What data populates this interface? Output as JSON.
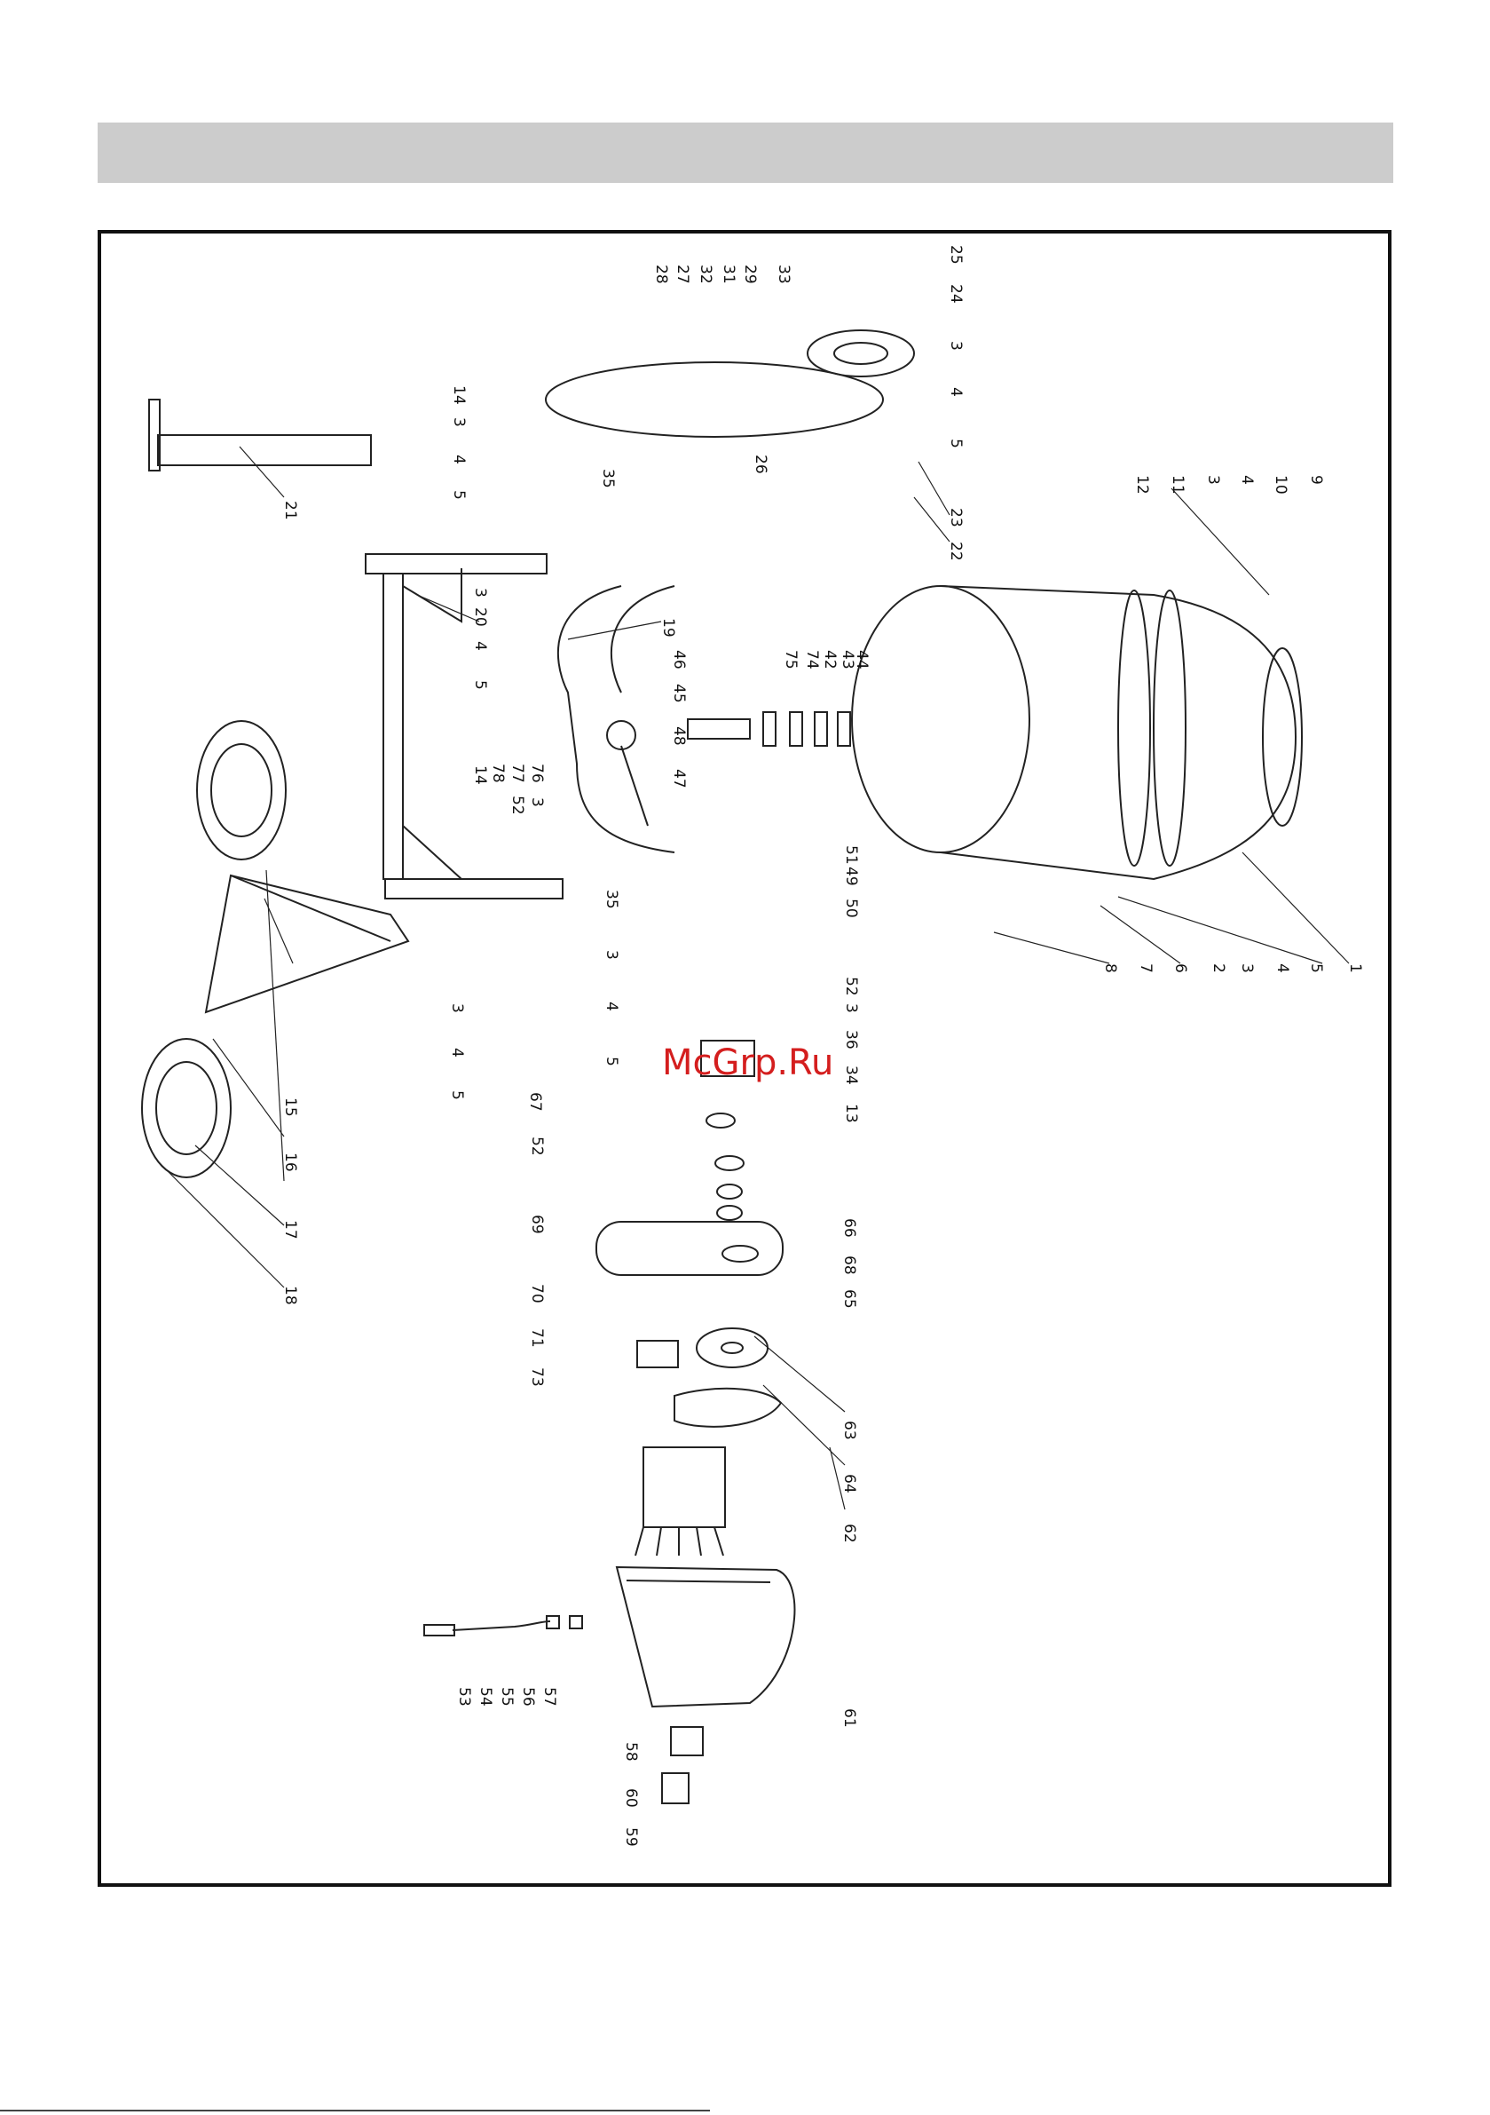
{
  "watermark": "McGrp.Ru",
  "colors": {
    "header_bar": "#cccccc",
    "frame": "#111111",
    "watermark": "#d41e1e"
  },
  "part_labels": {
    "l1": "1",
    "l2": "2",
    "l3": "3",
    "l4": "4",
    "l5": "5",
    "l6": "6",
    "l7": "7",
    "l8": "8",
    "l9": "9",
    "l10": "10",
    "l11": "11",
    "l12": "12",
    "l13": "13",
    "l14": "14",
    "l15": "15",
    "l16": "16",
    "l17": "17",
    "l18": "18",
    "l19": "19",
    "l20": "20",
    "l21": "21",
    "l22": "22",
    "l23": "23",
    "l24": "24",
    "l25": "25",
    "l26": "26",
    "l27": "27",
    "l28": "28",
    "l29": "29",
    "l31": "31",
    "l32": "32",
    "l33": "33",
    "l34": "34",
    "l35": "35",
    "l36": "36",
    "l42": "42",
    "l43": "43",
    "l44": "44",
    "l45": "45",
    "l46": "46",
    "l47": "47",
    "l48": "48",
    "l49": "49",
    "l50": "50",
    "l51": "51",
    "l52": "52",
    "l53": "53",
    "l54": "54",
    "l55": "55",
    "l56": "56",
    "l57": "57",
    "l58": "58",
    "l59": "59",
    "l60": "60",
    "l61": "61",
    "l62": "62",
    "l63": "63",
    "l64": "64",
    "l65": "65",
    "l66": "66",
    "l67": "67",
    "l68": "68",
    "l69": "69",
    "l70": "70",
    "l71": "71",
    "l73": "73",
    "l74": "74",
    "l75": "75",
    "l76": "76",
    "l77": "77",
    "l78": "78"
  }
}
